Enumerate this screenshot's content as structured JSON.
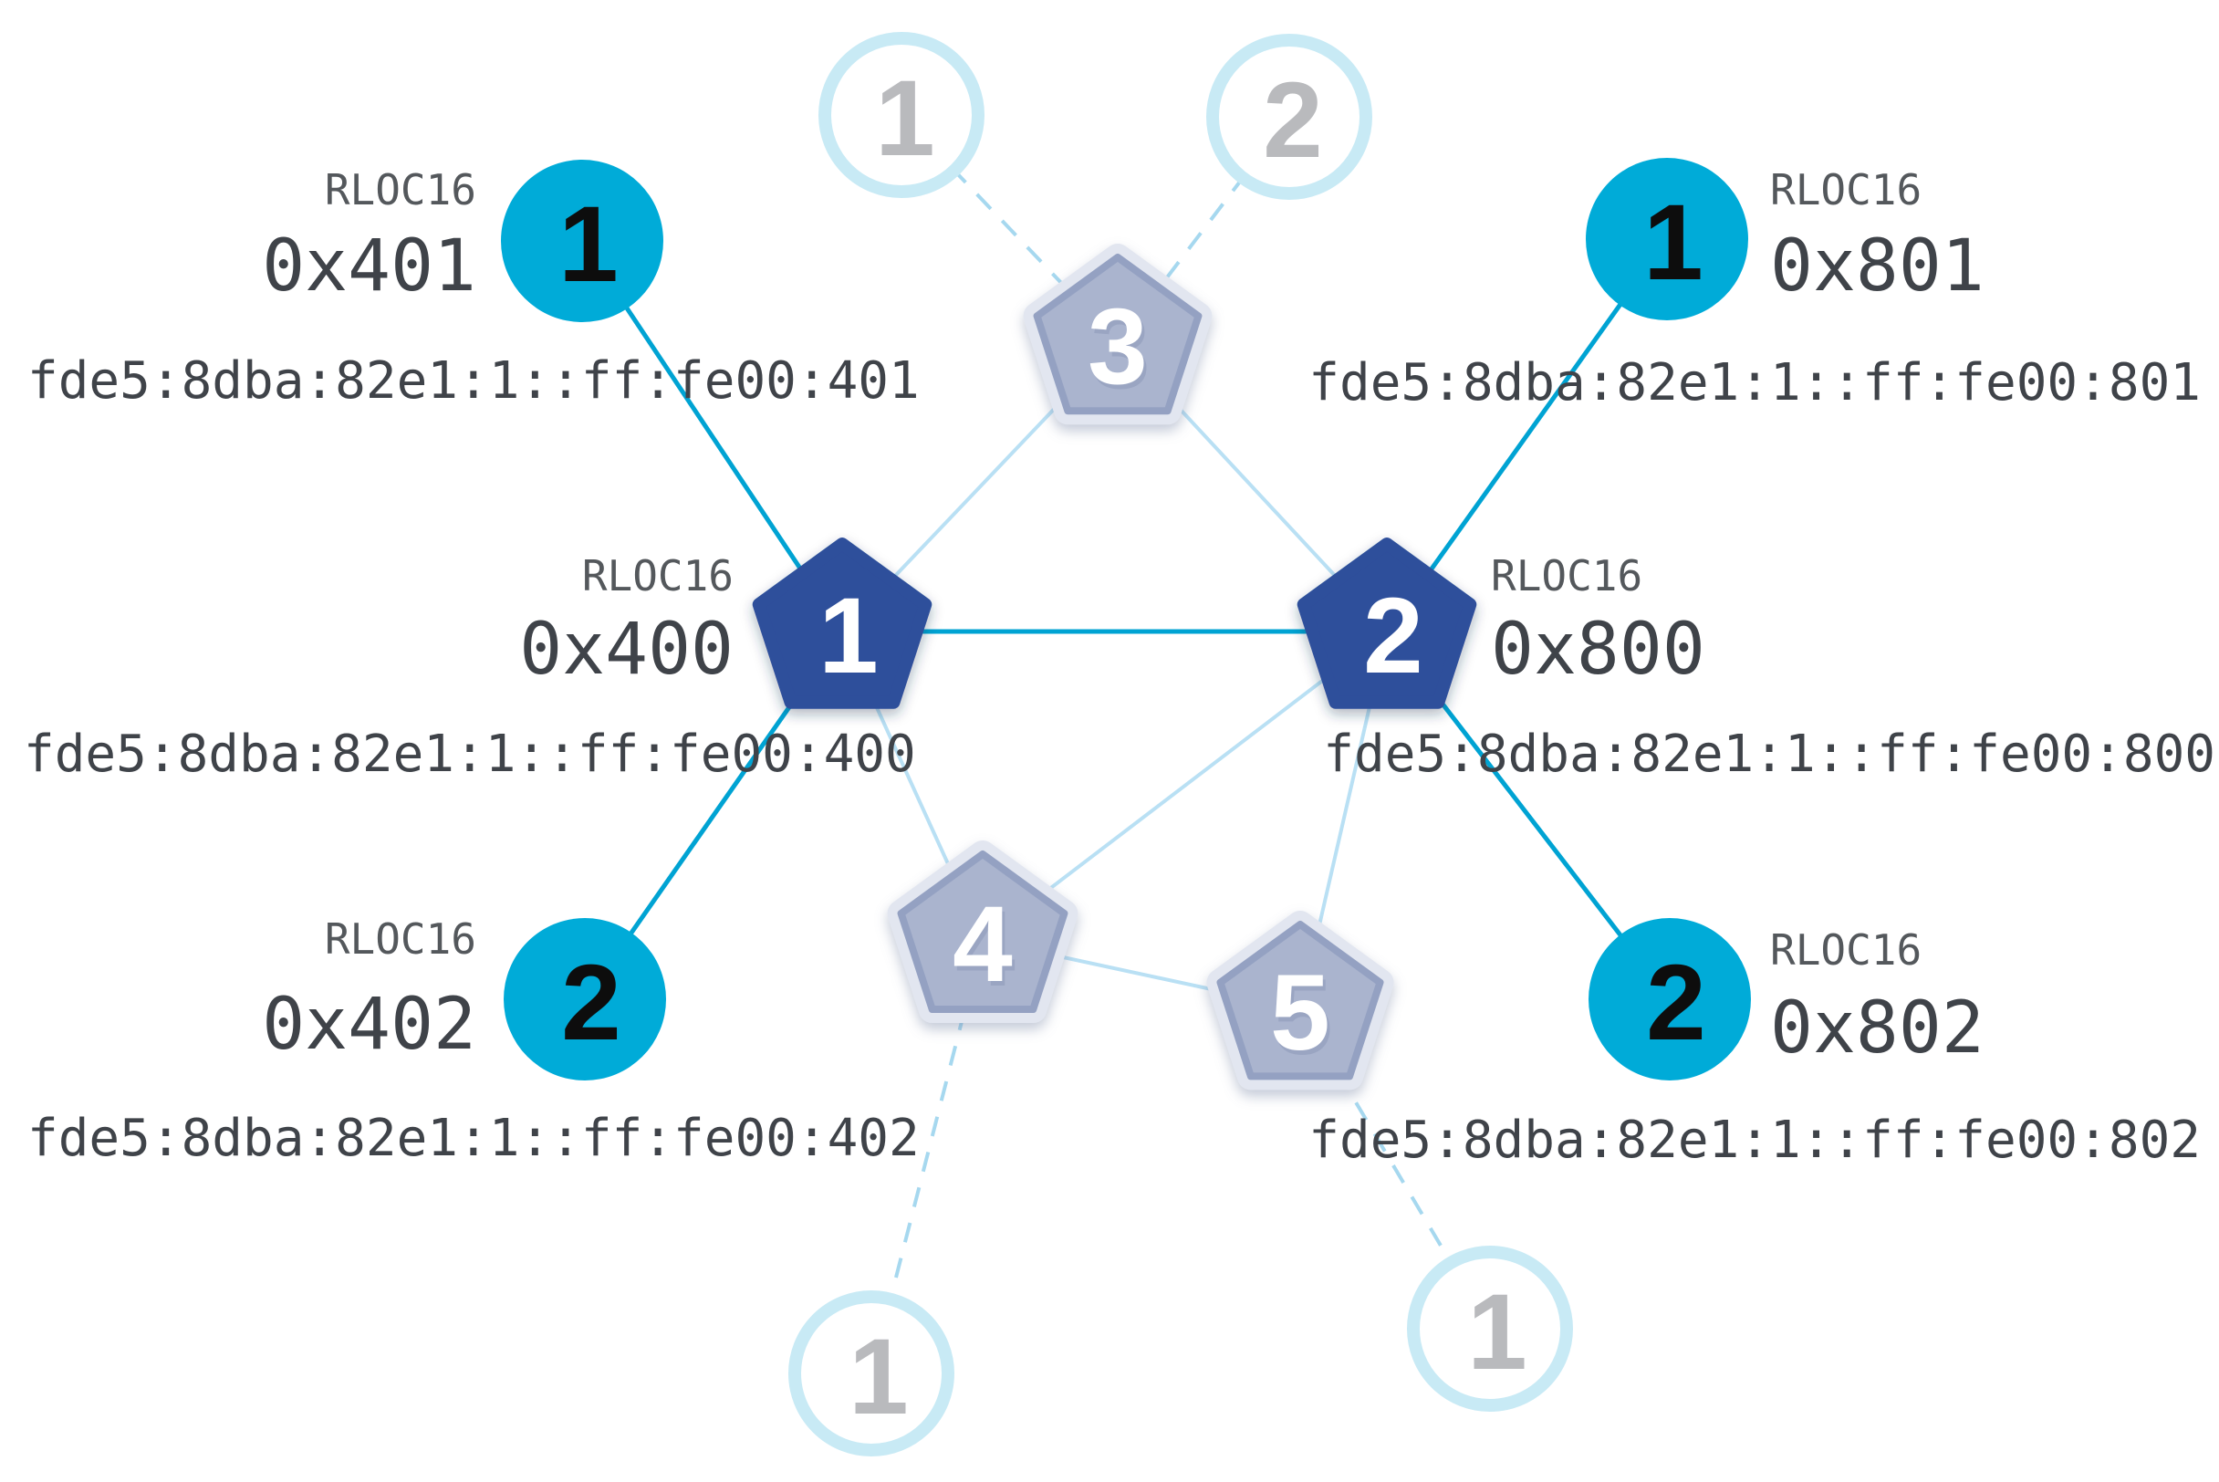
{
  "diagram_title": "Thread network topology with RLOC16 and IPv6 addressing",
  "labels": {
    "rloc16_caption": "RLOC16"
  },
  "colors": {
    "router_active_fill": "#2e4f9b",
    "child_active_fill": "#00abd8",
    "router_inactive_fill": "#aab4ce",
    "router_inactive_stroke": "#94a1c2",
    "router_inactive_halo": "#e2e6f0",
    "child_inactive_stroke": "#c8eaf5",
    "child_inactive_fill": "#ffffff",
    "link_child": "#00a3d3",
    "link_router": "#b9e0f4",
    "link_inactive_dashed": "#a6d8ef",
    "text_primary": "#3f4349",
    "text_secondary": "#54585c",
    "number_on_active_child": "#0d0d0d",
    "number_on_router": "#ffffff",
    "number_inactive": "#b9babd"
  },
  "nodes": {
    "router_1": {
      "number": "1",
      "rloc16": "0x400",
      "ipv6": "fde5:8dba:82e1:1::ff:fe00:400"
    },
    "router_2": {
      "number": "2",
      "rloc16": "0x800",
      "ipv6": "fde5:8dba:82e1:1::ff:fe00:800"
    },
    "child_1_of_router_1": {
      "number": "1",
      "rloc16": "0x401",
      "ipv6": "fde5:8dba:82e1:1::ff:fe00:401"
    },
    "child_2_of_router_1": {
      "number": "2",
      "rloc16": "0x402",
      "ipv6": "fde5:8dba:82e1:1::ff:fe00:402"
    },
    "child_1_of_router_2": {
      "number": "1",
      "rloc16": "0x801",
      "ipv6": "fde5:8dba:82e1:1::ff:fe00:801"
    },
    "child_2_of_router_2": {
      "number": "2",
      "rloc16": "0x802",
      "ipv6": "fde5:8dba:82e1:1::ff:fe00:802"
    },
    "inactive_router_3": {
      "number": "3"
    },
    "inactive_router_4": {
      "number": "4"
    },
    "inactive_router_5": {
      "number": "5"
    },
    "inactive_child_top_1": {
      "number": "1"
    },
    "inactive_child_top_2": {
      "number": "2"
    },
    "inactive_child_bottom_left": {
      "number": "1"
    },
    "inactive_child_bottom_right": {
      "number": "1"
    }
  }
}
